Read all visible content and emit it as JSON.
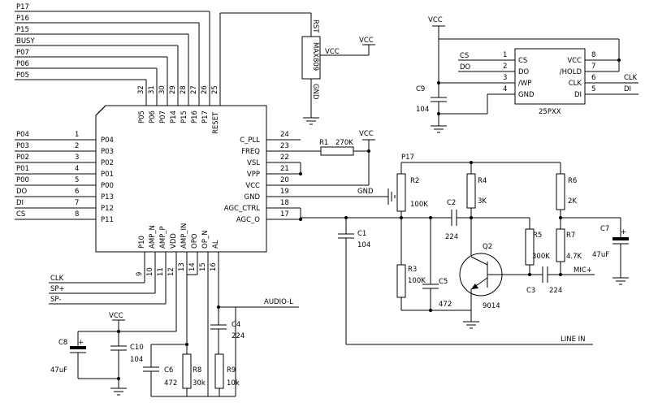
{
  "ic": {
    "left_pins": [
      {
        "num": "1",
        "name": "P04",
        "net": "P04"
      },
      {
        "num": "2",
        "name": "P03",
        "net": "P03"
      },
      {
        "num": "3",
        "name": "P02",
        "net": "P02"
      },
      {
        "num": "4",
        "name": "P01",
        "net": "P01"
      },
      {
        "num": "5",
        "name": "P00",
        "net": "P00"
      },
      {
        "num": "6",
        "name": "P13",
        "net": "DO"
      },
      {
        "num": "7",
        "name": "P12",
        "net": "DI"
      },
      {
        "num": "8",
        "name": "P11",
        "net": "CS"
      }
    ],
    "right_pins": [
      {
        "num": "24",
        "name": "C_PLL"
      },
      {
        "num": "23",
        "name": "FREQ"
      },
      {
        "num": "22",
        "name": "VSL"
      },
      {
        "num": "21",
        "name": "VPP"
      },
      {
        "num": "20",
        "name": "VCC"
      },
      {
        "num": "19",
        "name": "GND"
      },
      {
        "num": "18",
        "name": "AGC_CTRL"
      },
      {
        "num": "17",
        "name": "AGC_O"
      }
    ],
    "top_pins": [
      {
        "num": "32",
        "name": "P05",
        "net": "P05"
      },
      {
        "num": "31",
        "name": "P06",
        "net": "P06"
      },
      {
        "num": "30",
        "name": "P07",
        "net": "P07"
      },
      {
        "num": "29",
        "name": "P14",
        "net": "BUSY"
      },
      {
        "num": "28",
        "name": "P15",
        "net": "P15"
      },
      {
        "num": "27",
        "name": "P16",
        "net": "P16"
      },
      {
        "num": "26",
        "name": "P17",
        "net": "P17"
      },
      {
        "num": "25",
        "name": "RESET",
        "net": ""
      }
    ],
    "bottom_pins": [
      {
        "num": "9",
        "name": "P10",
        "net": "CLK"
      },
      {
        "num": "10",
        "name": "AMP_N",
        "net": "SP+"
      },
      {
        "num": "11",
        "name": "AMP_P",
        "net": "SP-"
      },
      {
        "num": "12",
        "name": "VDD",
        "net": ""
      },
      {
        "num": "13",
        "name": "AMP_IN",
        "net": ""
      },
      {
        "num": "14",
        "name": "OPO",
        "net": ""
      },
      {
        "num": "15",
        "name": "OP_N",
        "net": ""
      },
      {
        "num": "16",
        "name": "AL",
        "net": ""
      }
    ]
  },
  "max809": {
    "name": "MAX809",
    "pin_rst": "RST",
    "pin_vcc": "VCC",
    "pin_gnd": "GND"
  },
  "flash": {
    "name": "25PXX",
    "left_pins": [
      {
        "num": "1",
        "name": "CS",
        "net": "CS"
      },
      {
        "num": "2",
        "name": "DO",
        "net": "DO"
      },
      {
        "num": "3",
        "name": "/WP",
        "net": ""
      },
      {
        "num": "4",
        "name": "GND",
        "net": ""
      }
    ],
    "right_pins": [
      {
        "num": "8",
        "name": "VCC",
        "net": ""
      },
      {
        "num": "7",
        "name": "/HOLD",
        "net": ""
      },
      {
        "num": "6",
        "name": "CLK",
        "net": "CLK"
      },
      {
        "num": "5",
        "name": "DI",
        "net": "DI"
      }
    ]
  },
  "power_labels": {
    "vcc": "VCC",
    "gnd": "GND"
  },
  "nets": {
    "audio_l": "AUDIO-L",
    "line_in": "LINE IN",
    "mic": "MIC+",
    "p17": "P17"
  },
  "components": {
    "R1": {
      "ref": "R1",
      "value": "270K"
    },
    "R2": {
      "ref": "R2",
      "value": "100K"
    },
    "R3": {
      "ref": "R3",
      "value": "100K"
    },
    "R4": {
      "ref": "R4",
      "value": "3K"
    },
    "R5": {
      "ref": "R5",
      "value": "300K"
    },
    "R6": {
      "ref": "R6",
      "value": "2K"
    },
    "R7": {
      "ref": "R7",
      "value": "4.7K"
    },
    "R8": {
      "ref": "R8",
      "value": "30k"
    },
    "R9": {
      "ref": "R9",
      "value": "10k"
    },
    "C1": {
      "ref": "C1",
      "value": "104"
    },
    "C2": {
      "ref": "C2",
      "value": "224"
    },
    "C3": {
      "ref": "C3",
      "value": "224"
    },
    "C4": {
      "ref": "C4",
      "value": "224"
    },
    "C5": {
      "ref": "C5",
      "value": "472"
    },
    "C6": {
      "ref": "C6",
      "value": "472"
    },
    "C7": {
      "ref": "C7",
      "value": "47uF"
    },
    "C8": {
      "ref": "C8",
      "value": "47uF"
    },
    "C9": {
      "ref": "C9",
      "value": "104"
    },
    "C10": {
      "ref": "C10",
      "value": "104"
    },
    "Q2": {
      "ref": "Q2",
      "value": "9014"
    }
  }
}
